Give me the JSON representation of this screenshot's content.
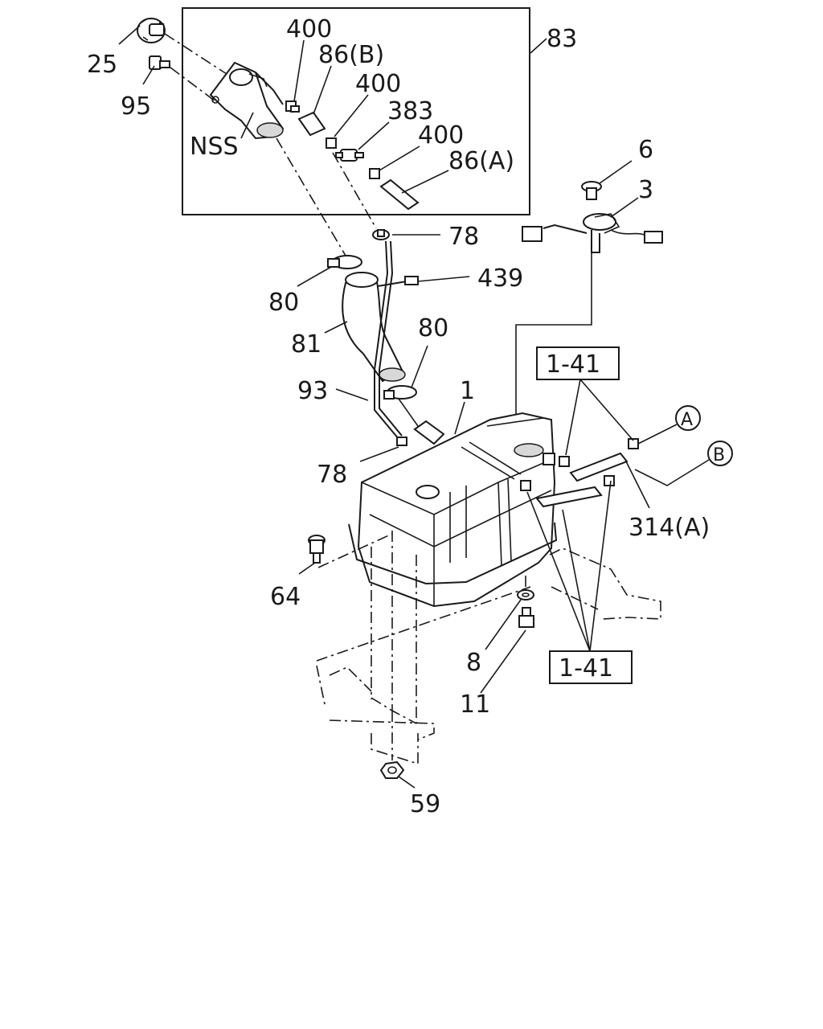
{
  "labels": {
    "p25": "25",
    "p95": "95",
    "nss": "NSS",
    "p400a": "400",
    "p86b": "86(B)",
    "p400b": "400",
    "p383": "383",
    "p400c": "400",
    "p86a": "86(A)",
    "p83": "83",
    "p6": "6",
    "p3": "3",
    "p78a": "78",
    "p439": "439",
    "p80a": "80",
    "p81": "81",
    "p80b": "80",
    "p93": "93",
    "p1": "1",
    "ref141a": "1-41",
    "calloutA": "A",
    "calloutB": "B",
    "p78b": "78",
    "p314a": "314(A)",
    "p64": "64",
    "p8": "8",
    "ref141b": "1-41",
    "p11": "11",
    "p59": "59"
  }
}
